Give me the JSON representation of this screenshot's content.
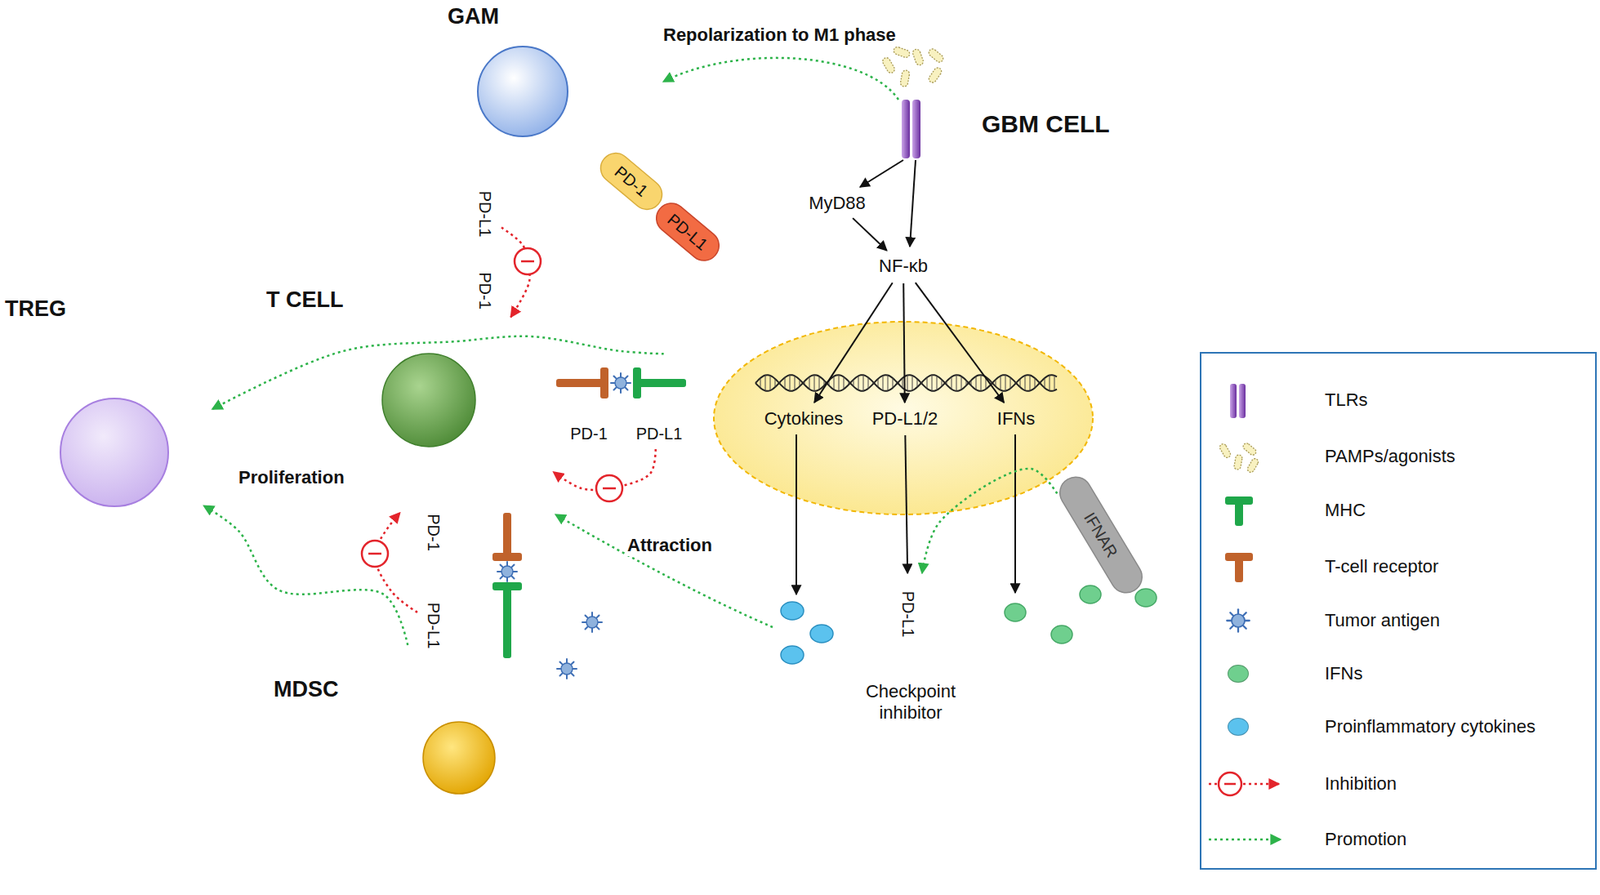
{
  "diagram": {
    "nodes": [
      {
        "text": [
          "GAM"
        ]
      },
      {
        "text": [
          "PD-L1"
        ]
      },
      {
        "text": [
          "PD-1"
        ]
      },
      {
        "text": [
          "GBM CELL"
        ]
      },
      {
        "text": [
          "MyD88"
        ],
        "in": 3
      },
      {
        "text": [
          "NF-κb"
        ],
        "in": 3
      },
      {
        "text": [
          "Cytokines"
        ],
        "in": 3
      },
      {
        "text": [
          "PD-L1/2"
        ],
        "in": 3
      },
      {
        "text": [
          "IFNs"
        ],
        "in": 3
      },
      {
        "text": [
          "IFNAR"
        ]
      },
      {
        "text": [
          "PD-L1"
        ]
      },
      {
        "text": [
          "TREG"
        ]
      },
      {
        "text": [
          "T CELL"
        ]
      },
      {
        "text": [
          "PD-1"
        ]
      },
      {
        "text": [
          "PD-1"
        ]
      },
      {
        "text": [
          "PD-L1"
        ]
      },
      {
        "text": [
          "PD-1"
        ]
      },
      {
        "text": [
          "PD-L1"
        ]
      },
      {
        "text": [
          "PD-L1"
        ]
      },
      {
        "text": [
          "Checkpoint inhibitor"
        ]
      },
      {
        "text": [
          "MDSC"
        ]
      }
    ],
    "edges": [
      {
        "from": 1,
        "to": 12,
        "arrow": "to"
      },
      {
        "from": 15,
        "to": 12,
        "arrow": "to"
      },
      {
        "from": 17,
        "to": 12,
        "arrow": "to"
      },
      {
        "from": 3,
        "to": 11,
        "arrow": "to"
      },
      {
        "from": 20,
        "to": 11,
        "arrow": "to"
      },
      {
        "from": 4,
        "to": 5,
        "arrow": "to"
      },
      {
        "from": 5,
        "to": 6,
        "arrow": "to"
      },
      {
        "from": 5,
        "to": 7,
        "arrow": "to"
      },
      {
        "from": 5,
        "to": 8,
        "arrow": "to"
      },
      {
        "from": 7,
        "to": 18,
        "arrow": "to"
      },
      {
        "from": 9,
        "to": 18,
        "arrow": "to"
      }
    ],
    "labels": [
      "Repolarization to M1 phase",
      "Proliferation",
      "Attraction"
    ],
    "legend": [
      {
        "text": "TLRs"
      },
      {
        "text": "PAMPs/agonists"
      },
      {
        "text": "MHC"
      },
      {
        "text": "T-cell receptor"
      },
      {
        "text": "Tumor antigen"
      },
      {
        "text": "IFNs",
        "color": "#6fcf8e"
      },
      {
        "text": "Proinflammatory cytokines",
        "color": "#5bc2ee"
      },
      {
        "text": "Inhibition"
      },
      {
        "text": "Promotion"
      }
    ]
  }
}
